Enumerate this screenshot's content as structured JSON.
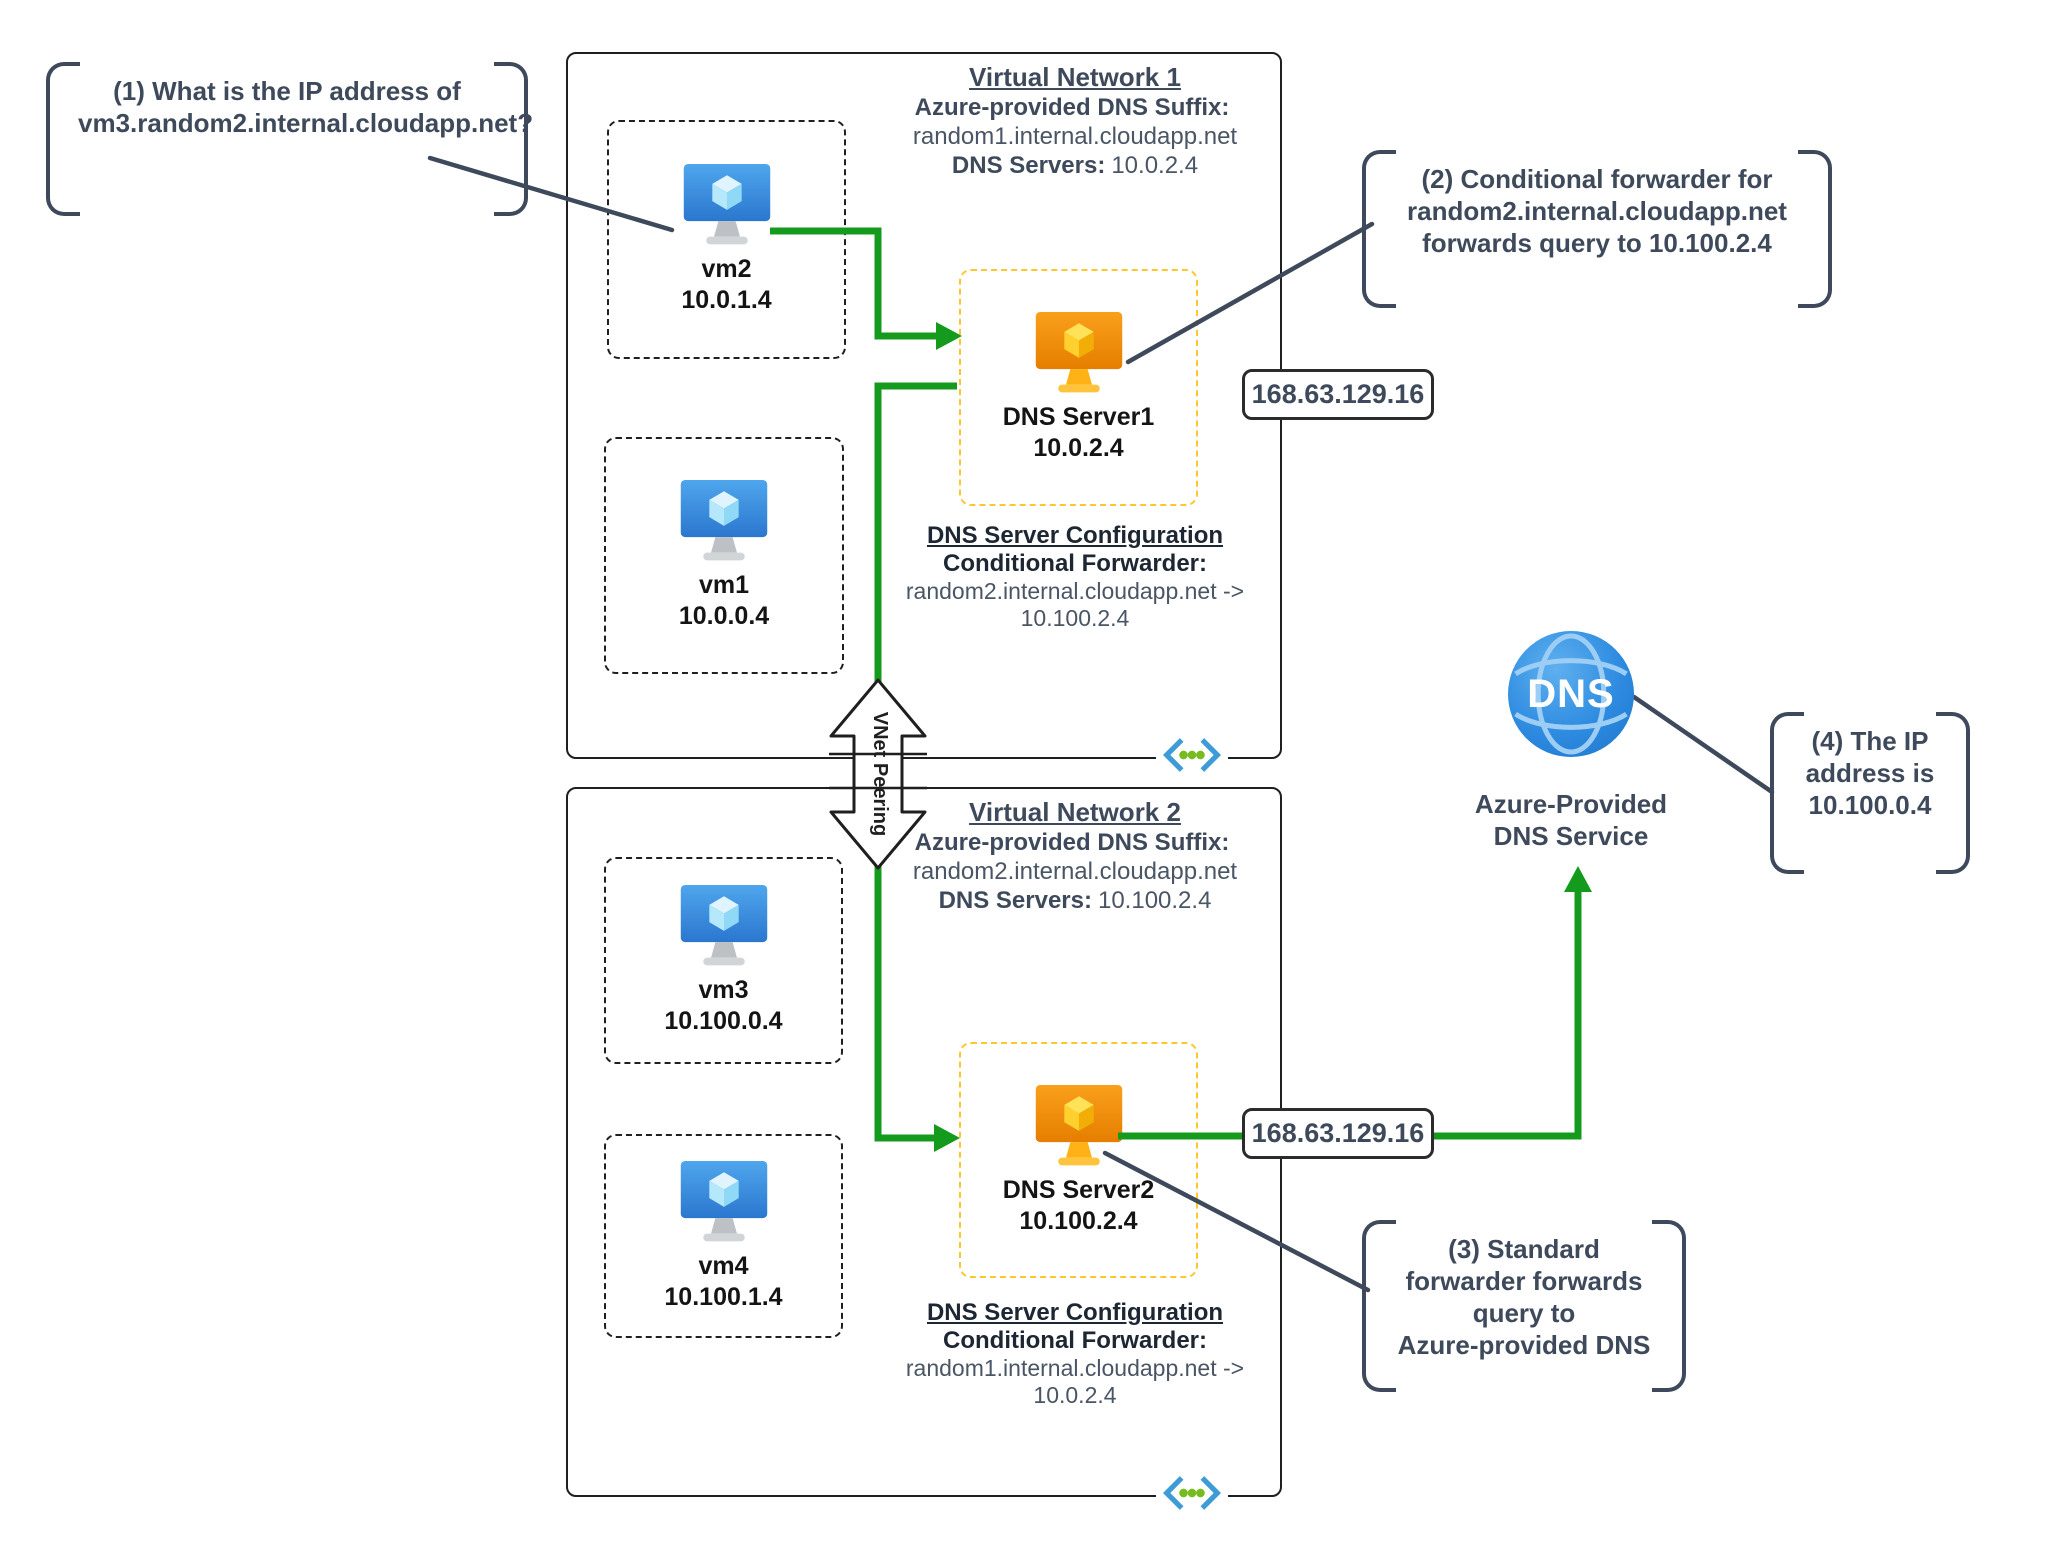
{
  "colors": {
    "flow_green": "#149B1E",
    "connector_slate": "#3E4A5B",
    "dns_dash_gold": "#FFC62E",
    "vnet_bracket_blue": "#3D9BD8",
    "vnet_dot_green": "#76BC21",
    "vm_screen_blue": "#2D7BD2",
    "dns_screen_orange": "#E67E00"
  },
  "callout1": {
    "lines": [
      "(1) What is the IP address of",
      "vm3.random2.internal.cloudapp.net?"
    ]
  },
  "callout2": {
    "lines": [
      "(2) Conditional forwarder for",
      "random2.internal.cloudapp.net",
      "forwards query to 10.100.2.4"
    ]
  },
  "callout3": {
    "lines": [
      "(3) Standard",
      "forwarder forwards",
      "query to",
      "Azure-provided DNS"
    ]
  },
  "callout4": {
    "lines": [
      "(4) The IP",
      "address is",
      "10.100.0.4"
    ]
  },
  "vnet1": {
    "title": "Virtual Network 1",
    "suffix_label": "Azure-provided DNS Suffix:",
    "suffix_value": "random1.internal.cloudapp.net",
    "dns_label": "DNS Servers:",
    "dns_value": "10.0.2.4",
    "nat_ip": "168.63.129.16",
    "config": {
      "title": "DNS Server Configuration",
      "forwarder_label": "Conditional Forwarder:",
      "rule": "random2.internal.cloudapp.net ->",
      "target": "10.100.2.4"
    }
  },
  "vnet2": {
    "title": "Virtual Network 2",
    "suffix_label": "Azure-provided DNS Suffix:",
    "suffix_value": "random2.internal.cloudapp.net",
    "dns_label": "DNS Servers:",
    "dns_value": "10.100.2.4",
    "nat_ip": "168.63.129.16",
    "config": {
      "title": "DNS Server Configuration",
      "forwarder_label": "Conditional Forwarder:",
      "rule": "random1.internal.cloudapp.net ->",
      "target": "10.0.2.4"
    }
  },
  "vms": {
    "vm1": {
      "name": "vm1",
      "ip": "10.0.0.4"
    },
    "vm2": {
      "name": "vm2",
      "ip": "10.0.1.4"
    },
    "vm3": {
      "name": "vm3",
      "ip": "10.100.0.4"
    },
    "vm4": {
      "name": "vm4",
      "ip": "10.100.1.4"
    }
  },
  "dns_servers": {
    "server1": {
      "name": "DNS Server1",
      "ip": "10.0.2.4"
    },
    "server2": {
      "name": "DNS Server2",
      "ip": "10.100.2.4"
    }
  },
  "peering_label": "VNet Peering",
  "azure_dns": {
    "icon_text": "DNS",
    "label_line1": "Azure-Provided",
    "label_line2": "DNS Service"
  }
}
